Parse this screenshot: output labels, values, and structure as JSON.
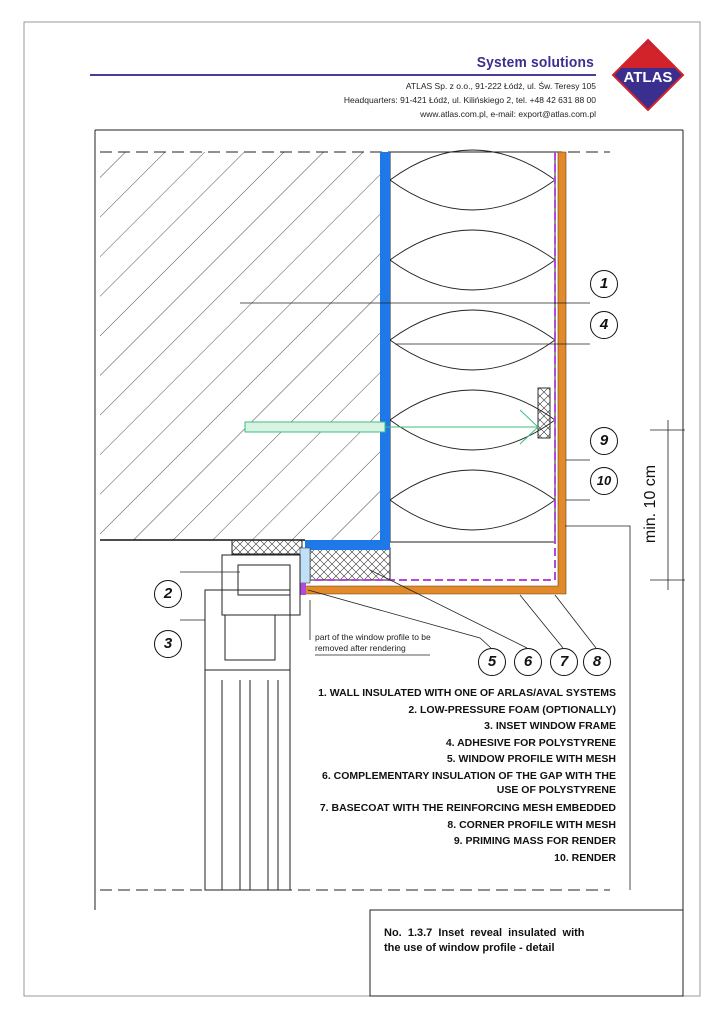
{
  "header": {
    "title": "System solutions",
    "address_lines": [
      "ATLAS Sp. z o.o.,  91-222 Łódź, ul. Św. Teresy 105",
      "Headquarters: 91-421 Łódź, ul. Kilińskiego 2,  tel. +48 42 631 88 00",
      "www.atlas.com.pl,   e-mail: export@atlas.com.pl"
    ],
    "logo_text": "ATLAS",
    "brand_color": "#3a2f8f",
    "logo_red": "#d2232a"
  },
  "drawing": {
    "callouts": [
      "1",
      "2",
      "3",
      "4",
      "5",
      "6",
      "7",
      "8",
      "9",
      "10"
    ],
    "note": [
      "part of the window profile to be",
      "removed after rendering"
    ],
    "dimension": "min. 10 cm",
    "colors": {
      "adhesive": "#1e78e8",
      "render": "#e08a2c",
      "mesh": "#b04ad8",
      "anchor": "#3bbf7a"
    }
  },
  "legend": [
    "1. WALL INSULATED WITH ONE OF ARLAS/AVAL SYSTEMS",
    "2. LOW-PRESSURE FOAM (OPTIONALLY)",
    "3. INSET WINDOW FRAME",
    "4. ADHESIVE FOR POLYSTYRENE",
    "5. WINDOW PROFILE WITH MESH",
    "6. COMPLEMENTARY INSULATION OF THE GAP WITH THE",
    "USE OF POLYSTYRENE",
    "7. BASECOAT WITH THE REINFORCING MESH EMBEDDED",
    "8. CORNER PROFILE WITH MESH",
    "9. PRIMING MASS FOR RENDER",
    "10. RENDER"
  ],
  "caption": [
    "No.  1.3.7  Inset  reveal  insulated  with",
    "the use of window profile - detail"
  ]
}
